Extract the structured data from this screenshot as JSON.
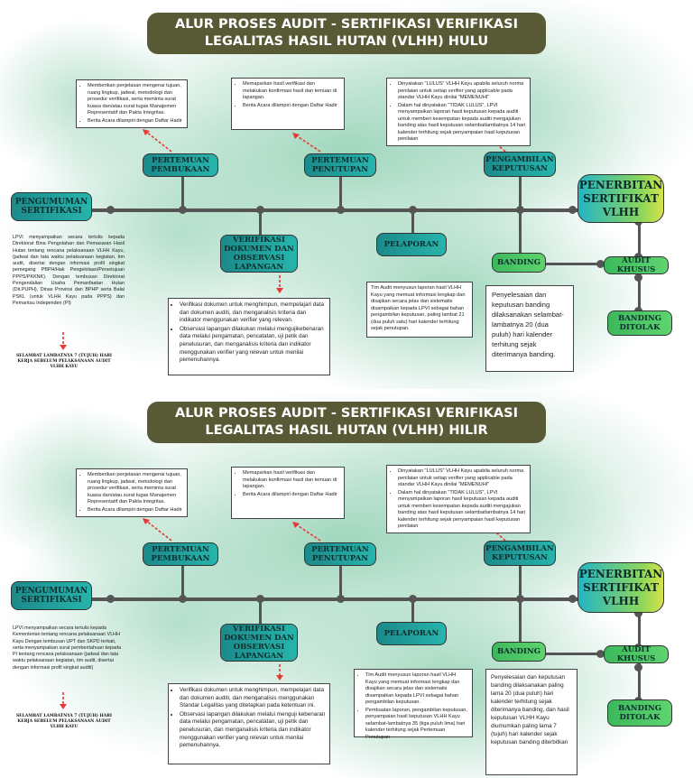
{
  "sections": [
    {
      "title_line1": "ALUR PROSES AUDIT - SERTIFIKASI VERIFIKASI",
      "title_line2": "LEGALITAS HASIL HUTAN (VLHH) HULU",
      "nodes": {
        "pengumuman": "PENGUMUMAN SERTIFIKASI",
        "pembukaan": "PERTEMUAN PEMBUKAAN",
        "verifikasi": "VERIFIKASI DOKUMEN DAN OBSERVASI LAPANGAN",
        "penutupan": "PERTEMUAN PENUTUPAN",
        "pelaporan": "PELAPORAN",
        "pengambilan": "PENGAMBILAN KEPUTUSAN",
        "banding": "BANDING",
        "penerbitan": "PENERBITAN SERTIFIKAT VLHH",
        "audit_khusus": "AUDIT KHUSUS",
        "banding_ditolak": "BANDING DITOLAK"
      },
      "pembukaan_items": [
        "Memberikan penjelasan mengenai tujuan, ruang lingkup, jadwal, metodologi dan prosedur verifikasi, serta meminta surat kuasa dan/atau surat tugas Manajemen Representatif dan Pakta Integritas.",
        "Berita Acara dilampiri dengan Daftar Hadir"
      ],
      "penutupan_items": [
        "Memaparkan hasil verifikasi dan melakukan konfirmasi hasil dan temuan di lapangan.",
        "Berita Acara dilampiri dengan Daftar Hadir"
      ],
      "pengambilan_items": [
        "Dinyatakan \"LULUS\" VLHH Kayu apabila seluruh norma penilaian untuk setiap verifier yang applicable pada standar VLHH Kayu dinilai \"MEMENUHI\"",
        "Dalam hal dinyatakan \"TIDAK LULUS\", LPVI menyampaikan laporan hasil keputusan kepada auditi untuk memberi kesempatan kepada auditi mengajukan banding atas hasil keputusan selambatlambatnya 14 hari kalender terhitung sejak penyampaian hasil keputusan penilaian"
      ],
      "pengumuman_text": "LPVI menyampaikan secara tertulis kepada Direktorat Bina Pengolahan dan Pemasaran Hasil Hutan tentang rencana pelaksanaan VLHH Kayu, (jadwal dan tata waktu pelaksanaan kegiatan, tim audit, disertai dengan informasi profil singkat pemegang PBPH/Hak Pengelolaan/Persetujuan PPPS/PKKNK). Dengan tembusan Direktorat Pengendalian Usaha Pemanfaatan Hutan (Dit.PUPH), Dinas Provinsi dan BPHP serta Balai PSKL (untuk VLHH Kayu pada PPPS) dan Pemantau Independen (PI)",
      "pengumuman_note": "SELAMBAT LAMBATNYA 7 (TUJUH) HARI KERJA SEBELUM PELAKSANAAN AUDIT VLHH KAYU",
      "verifikasi_items": [
        "Verifikasi dokumen untuk menghimpun, mempelajari data dan dokumen auditi, dan menganalisis kriteria dan indikator menggunakan verifier yang relevan.",
        "Observasi lapangan dilakukan melalui mengujikebenaran data melalui pengamatan, pencatatan, uji petik dan penelusuran, dan menganalisis kriteria dan indikator menggunakan verifier yang relevan untuk menilai pemenuhannya."
      ],
      "pelaporan_text": "Tim Audit menyusun laporan hasil VLHH Kayu yang memuat informasi lengkap dan disajikan secara jelas dan sistematis disampaikan kepada LPVI sebagai bahan pengambilan keputusan, paling lambat 21 (dua puluh satu) hari kalender terhitung sejak penutupan.",
      "banding_text": "Penyelesaian dan keputusan banding dilaksanakan selambat-lambatnya 20 (dua puluh) hari kalender terhitung sejak diterimanya banding."
    },
    {
      "title_line1": "ALUR PROSES AUDIT - SERTIFIKASI VERIFIKASI",
      "title_line2": "LEGALITAS HASIL HUTAN (VLHH) HILIR",
      "nodes": {
        "pengumuman": "PENGUMUMAN SERTIFIKASI",
        "pembukaan": "PERTEMUAN PEMBUKAAN",
        "verifikasi": "VERIFIKASI DOKUMEN DAN OBSERVASI LAPANGAN",
        "penutupan": "PERTEMUAN PENUTUPAN",
        "pelaporan": "PELAPORAN",
        "pengambilan": "PENGAMBILAN KEPUTUSAN",
        "banding": "BANDING",
        "penerbitan": "PENERBITAN SERTIFIKAT VLHH",
        "audit_khusus": "AUDIT KHUSUS",
        "banding_ditolak": "BANDING DITOLAK"
      },
      "pembukaan_items": [
        "Memberikan penjelasan mengenai tujuan, ruang lingkup, jadwal, metodologi dan prosedur verifikasi, serta meminta surat kuasa dan/atau surat tugas Manajemen Representatif dan Pakta Integritas.",
        "Berita Acara dilampiri dengan Daftar Hadir"
      ],
      "penutupan_items": [
        "Memaparkan hasil verifikasi dan melakukan konfirmasi hasil dan temuan di lapangan.",
        "Berita Acara dilampiri dengan Daftar Hadir"
      ],
      "pengambilan_items": [
        "Dinyatakan \"LULUS\" VLHH Kayu apabila seluruh norma penilaian untuk setiap verifier yang applicable pada standar VLHH Kayu dinilai \"MEMENUHI\"",
        "Dalam hal dinyatakan \"TIDAK LULUS\", LPVI menyampaikan laporan hasil keputusan kepada auditi untuk memberi kesempatan kepada auditi mengajukan banding atas hasil keputusan selambatlambatnya 14 hari kalender terhitung sejak penyampaian hasil keputusan penilaian"
      ],
      "pengumuman_text": "LPVI menyampaikan secara tertulis kepada Kementerian tentang rencana pelaksanaan VLHH Kayu Dengan tembusan UPT dan SKPD terkait, serta menyampaikan surat pemberitahuan kepada PI tentang rencana pelaksanaan (jadwal dan tata waktu pelaksanaan kegiatan, tim audit, disertai dengan informasi profil singkat auditi)",
      "pengumuman_note": "SELAMBAT LAMBATNYA 7 (TUJUH) HARI KERJA SEBELUM PELAKSANAAN AUDIT VLHH KAYU",
      "verifikasi_items": [
        "Verifikasi dokumen untuk menghimpun, mempelajari data dan dokumen auditi, dan menganalisis menggunakan Standar Legalitas yang ditetapkan pada ketentuan ini.",
        "Observasi lapangan dilakukan melalui menguji kebenaran data melalui pengamatan, pencatatan, uji petik dan penelusuran, dan menganalisis kriteria dan indikator menggunakan verifier yang relevan untuk menilai pemenuhannya."
      ],
      "pelaporan_items": [
        "Tim Audit menyusun laporan hasil VLHH Kayu yang memuat informasi lengkap dan disajikan secara jelas dan sistematis disampaikan kepada LPVI sebagai bahan pengambilan keputusan.",
        "Pembuatan laporan, pengambilan keputusan, penyampaian hasil keputusan VLHH Kayu selambat-lambatnya 35 (tiga puluh lima) hari kalender terhitung sejak Pertemuan Penutupan"
      ],
      "banding_text": "Penyelesaian dan keputusan banding dilaksanakan paling lama 20 (dua puluh) hari kalender terhitung sejak diterimanya banding, dan hasil keputusan VLHH Kayu diumumkan paling lama 7 (tujuh) hari kalender sejak keputusan banding diterbitkan"
    }
  ]
}
